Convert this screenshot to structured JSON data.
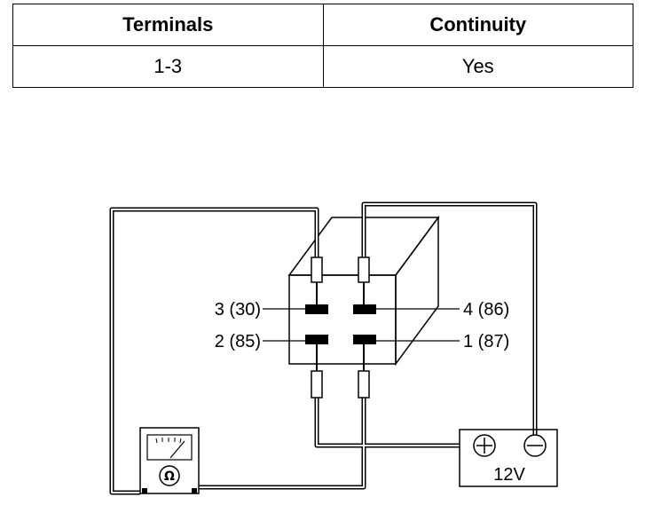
{
  "table": {
    "headers": [
      "Terminals",
      "Continuity"
    ],
    "rows": [
      [
        "1-3",
        "Yes"
      ]
    ]
  },
  "diagram": {
    "terminal_labels": {
      "t3": "3 (30)",
      "t4": "4 (86)",
      "t2": "2 (85)",
      "t1": "1 (87)"
    },
    "battery": {
      "label": "12V",
      "positive_symbol": "+",
      "negative_symbol": "−"
    },
    "meter": {
      "symbol": "Ω"
    }
  }
}
